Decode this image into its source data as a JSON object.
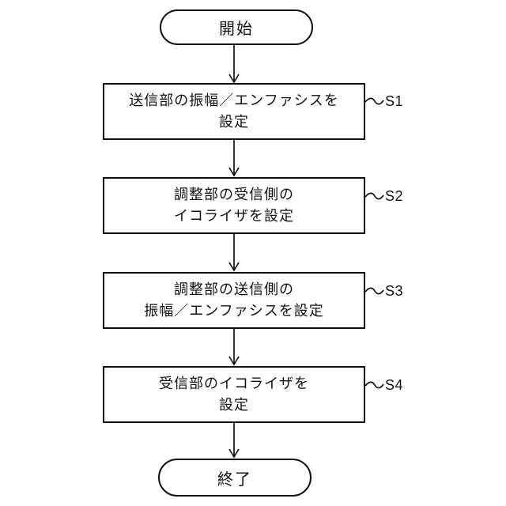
{
  "flowchart": {
    "title": "transceiver-setup-flowchart",
    "start": {
      "label": "開始"
    },
    "end": {
      "label": "終了"
    },
    "steps": [
      {
        "id": "S1",
        "line1": "送信部の振幅／エンファシスを",
        "line2": "設定"
      },
      {
        "id": "S2",
        "line1": "調整部の受信側の",
        "line2": "イコライザを設定"
      },
      {
        "id": "S3",
        "line1": "調整部の送信側の",
        "line2": "振幅／エンファシスを設定"
      },
      {
        "id": "S4",
        "line1": "受信部のイコライザを",
        "line2": "設定"
      }
    ],
    "colors": {
      "line": "#111111",
      "background": "#ffffff",
      "text": "#111111"
    }
  }
}
